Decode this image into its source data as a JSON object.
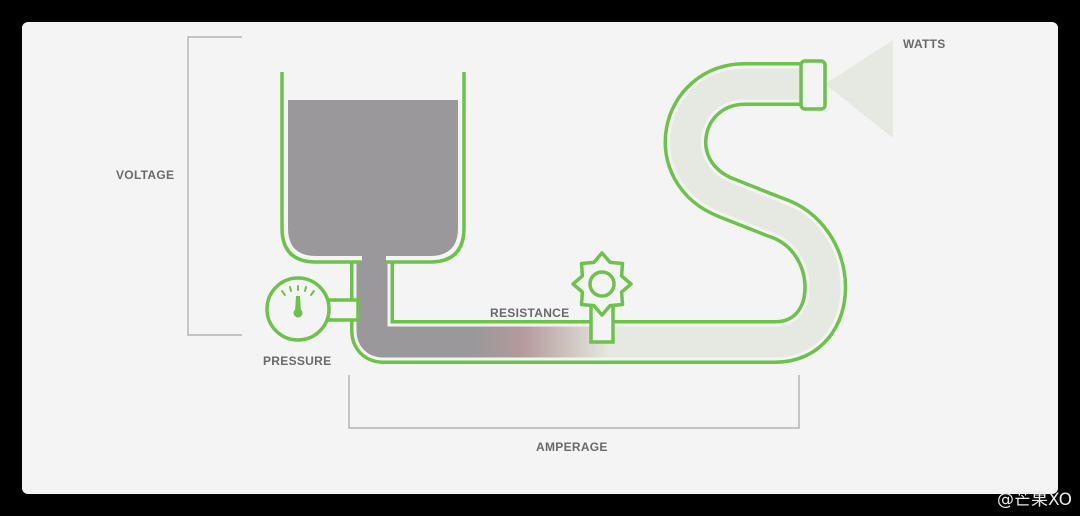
{
  "labels": {
    "voltage": "VOLTAGE",
    "watts": "WATTS",
    "resistance": "RESISTANCE",
    "pressure": "PRESSURE",
    "amperage": "AMPERAGE"
  },
  "watermark": "@芒果XO",
  "colors": {
    "outline": "#6cc24a",
    "water": "#9a989a",
    "pipe_light": "#e6e9e1",
    "bracket": "#a8a8a8",
    "label": "#6a6a6a",
    "background": "#f4f4f4"
  }
}
